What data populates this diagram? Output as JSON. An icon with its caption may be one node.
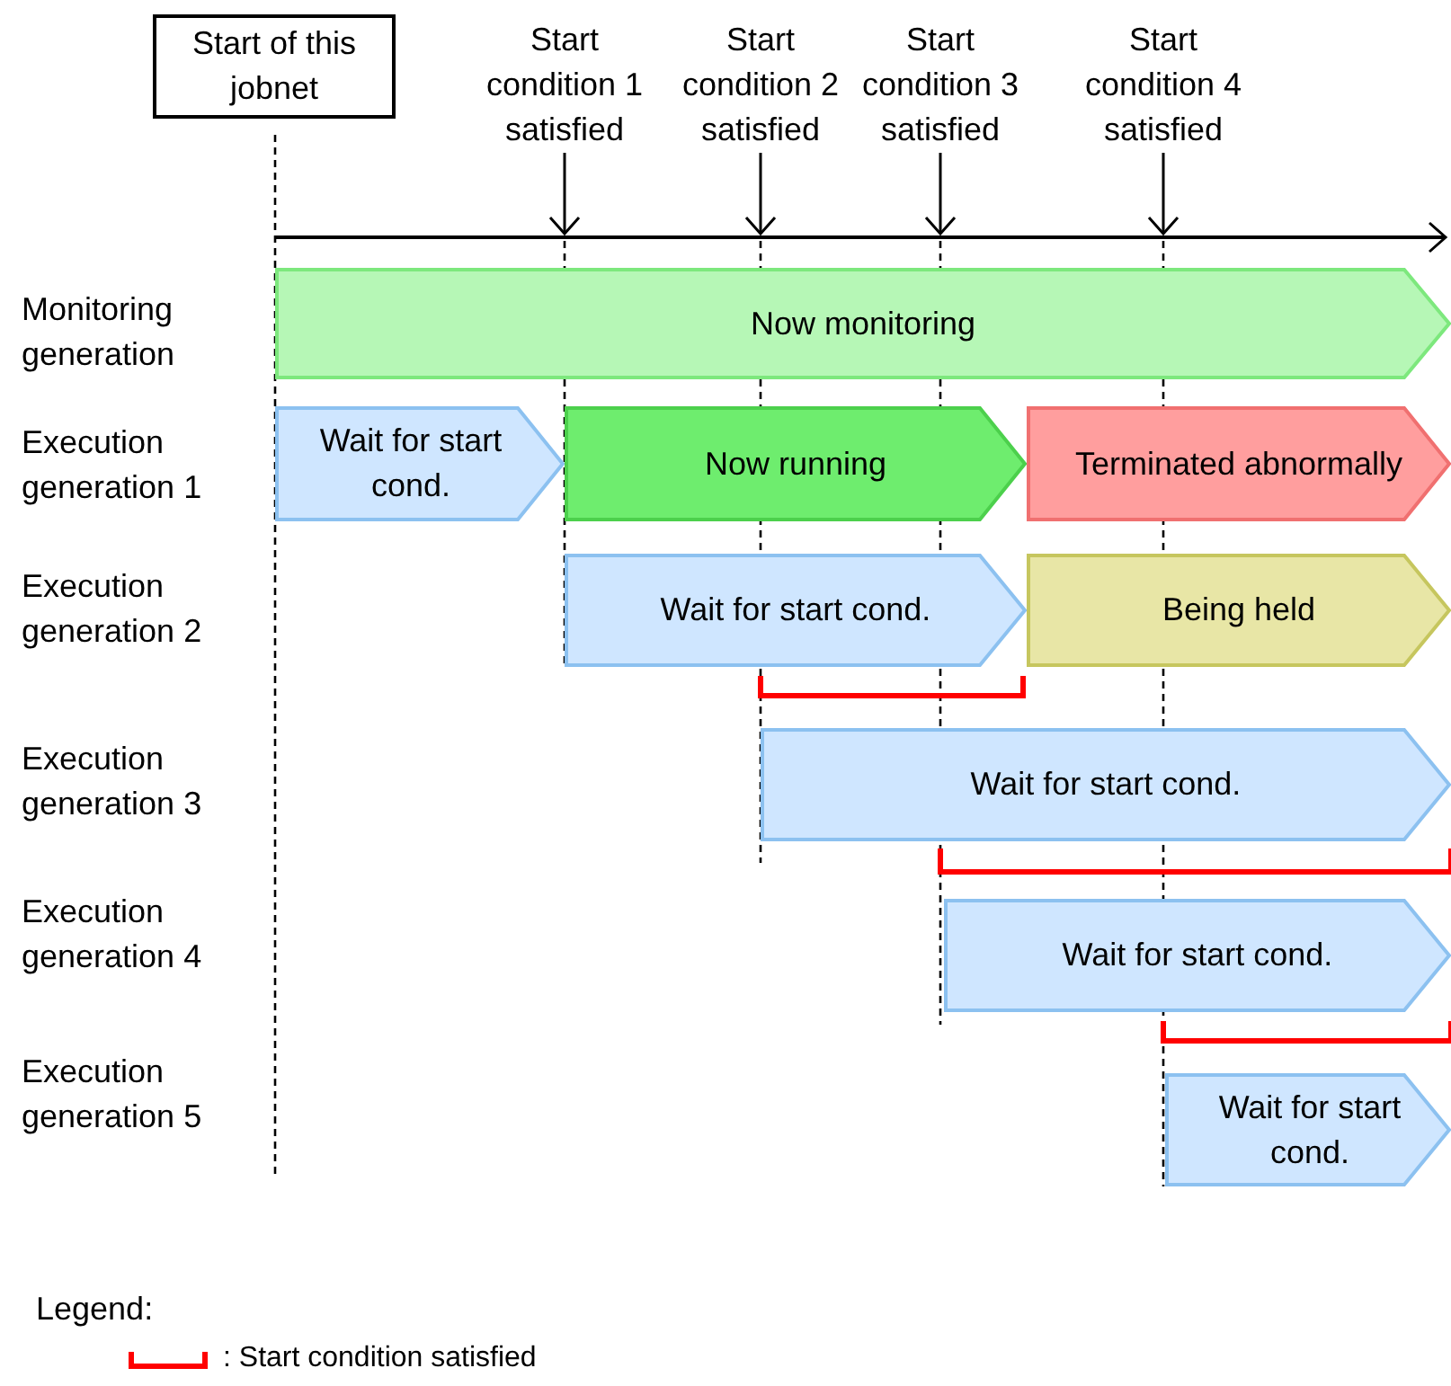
{
  "diagram": {
    "nodes": [
      {
        "text": [
          "Start of this jobnet"
        ]
      },
      {
        "text": [
          "Start condition 1 satisfied"
        ]
      },
      {
        "text": [
          "Start condition 2 satisfied"
        ]
      },
      {
        "text": [
          "Start condition 3 satisfied"
        ]
      },
      {
        "text": [
          "Start condition 4 satisfied"
        ]
      },
      {
        "text": [],
        "shape": "bar"
      },
      {
        "text": [
          "Now monitoring"
        ]
      },
      {
        "text": [
          "Wait for start cond."
        ]
      },
      {
        "text": [
          "Now running"
        ]
      },
      {
        "text": [
          "Terminated abnormally"
        ]
      },
      {
        "text": [
          "Wait for start cond."
        ]
      },
      {
        "text": [
          "Being held"
        ]
      },
      {
        "text": [
          "Wait for start cond."
        ]
      },
      {
        "text": [
          "Wait for start cond."
        ]
      },
      {
        "text": [
          "Wait for start cond."
        ]
      }
    ],
    "edges": [
      {
        "from": 1,
        "to": 5,
        "arrow": "to"
      },
      {
        "from": 2,
        "to": 5,
        "arrow": "to"
      },
      {
        "from": 3,
        "to": 5,
        "arrow": "to"
      },
      {
        "from": 4,
        "to": 5,
        "arrow": "to"
      }
    ],
    "labels": [
      "Monitoring generation",
      "Execution generation 1",
      "Execution generation 2",
      "Execution generation 3",
      "Execution generation 4",
      "Execution generation 5",
      "Legend:"
    ],
    "legend": [
      {
        "text": ": Start condition satisfied"
      }
    ]
  }
}
